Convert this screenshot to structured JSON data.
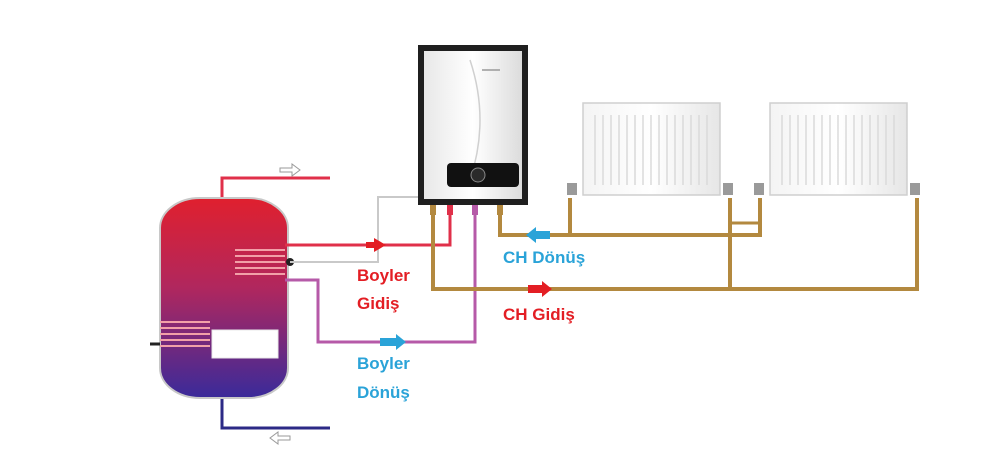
{
  "labels": {
    "boyler_gidis_line1": "Boyler",
    "boyler_gidis_line2": "Gidiş",
    "boyler_donus_line1": "Boyler",
    "boyler_donus_line2": "Dönüş",
    "ch_donus": "CH Dönüş",
    "ch_gidis": "CH Gidiş"
  },
  "colors": {
    "supply_red": "#e31e24",
    "return_blue": "#2aa3d8",
    "boiler_flow": "#e0304a",
    "boiler_return": "#b65aa8",
    "ch_pipe": "#b3893f",
    "cold_pipe": "#2c2a86"
  }
}
